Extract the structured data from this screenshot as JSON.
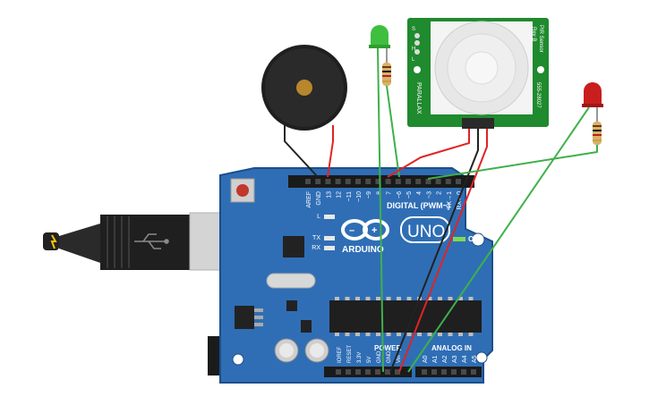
{
  "colors": {
    "board": "#2f6eb5",
    "board_edge": "#1d4f8a",
    "wire_red": "#e02424",
    "wire_green": "#3fb04b",
    "wire_black": "#222222",
    "sensor_pcb": "#1f8a2e",
    "led_green": "#3fbf3f",
    "led_red": "#c81e1e"
  },
  "components": {
    "buzzer": {
      "icon": "piezo-buzzer-icon"
    },
    "led_green": {
      "icon": "green-led-icon"
    },
    "led_red": {
      "icon": "red-led-icon"
    },
    "usb": {
      "icon": "usb-cable-icon"
    },
    "power_jack": {
      "icon": "dc-barrel-jack-icon"
    }
  },
  "pir_sensor": {
    "title": "PIR Sensor",
    "rev": "Rev B",
    "brand": "PARALLAX",
    "part_no": "555-28027",
    "pin_marks": [
      "S",
      "H",
      "L"
    ]
  },
  "arduino": {
    "brand": "ARDUINO",
    "model": "UNO",
    "on_label": "ON",
    "digital_label": "DIGITAL (PWM~)",
    "power_label": "POWER",
    "analog_label": "ANALOG IN",
    "led_labels": [
      "L",
      "TX",
      "RX"
    ],
    "digital_pins": [
      "AREF",
      "GND",
      "13",
      "12",
      "~11",
      "~10",
      "~9",
      "8",
      "7",
      "~6",
      "~5",
      "4",
      "~3",
      "2",
      "TX→1",
      "RX←0"
    ],
    "power_pins": [
      "IOREF",
      "RESET",
      "3.3V",
      "5V",
      "GND",
      "GND",
      "Vin"
    ],
    "analog_pins": [
      "A0",
      "A1",
      "A2",
      "A3",
      "A4",
      "A5"
    ]
  }
}
